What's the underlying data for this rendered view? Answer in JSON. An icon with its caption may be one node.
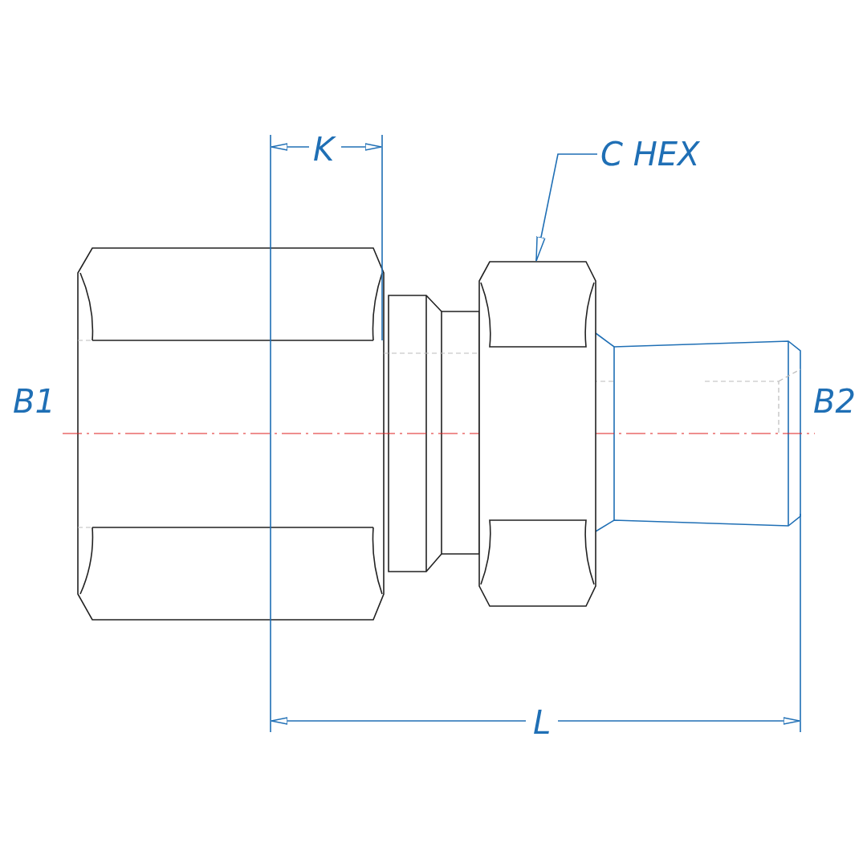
{
  "diagram": {
    "nodes": [
      {
        "text": [
          "C HEX"
        ]
      },
      {
        "text": [],
        "shape": "picture"
      }
    ],
    "edges": [
      {
        "from": 0,
        "to": 1,
        "arrow": "to"
      }
    ],
    "labels": [
      "K",
      "B1",
      "B2",
      "L"
    ]
  }
}
